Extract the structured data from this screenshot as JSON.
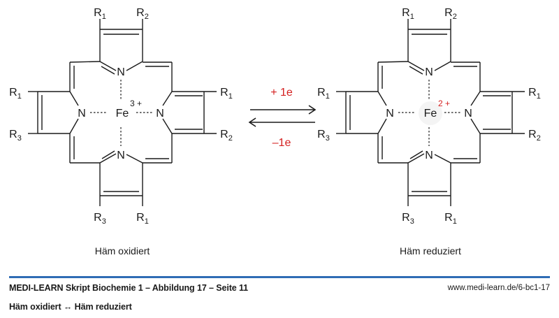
{
  "figure": {
    "title": "Häm oxidiert ↔ Häm reduziert",
    "molecules": [
      {
        "id": "oxidized",
        "caption": "Häm oxidiert",
        "metal": "Fe",
        "charge": "3 +",
        "charge_color": "#1a1a1a",
        "substituents": {
          "top_left": {
            "base": "R",
            "sub": "1"
          },
          "top_right": {
            "base": "R",
            "sub": "2"
          },
          "left_top": {
            "base": "R",
            "sub": "1"
          },
          "left_bottom": {
            "base": "R",
            "sub": "3"
          },
          "right_top": {
            "base": "R",
            "sub": "1"
          },
          "right_bottom": {
            "base": "R",
            "sub": "2"
          },
          "bottom_left": {
            "base": "R",
            "sub": "3"
          },
          "bottom_right": {
            "base": "R",
            "sub": "1"
          }
        },
        "nitrogen": "N"
      },
      {
        "id": "reduced",
        "caption": "Häm reduziert",
        "metal": "Fe",
        "charge": "2 +",
        "charge_color": "#d42020",
        "substituents": {
          "top_left": {
            "base": "R",
            "sub": "1"
          },
          "top_right": {
            "base": "R",
            "sub": "2"
          },
          "left_top": {
            "base": "R",
            "sub": "1"
          },
          "left_bottom": {
            "base": "R",
            "sub": "3"
          },
          "right_top": {
            "base": "R",
            "sub": "1"
          },
          "right_bottom": {
            "base": "R",
            "sub": "2"
          },
          "bottom_left": {
            "base": "R",
            "sub": "3"
          },
          "bottom_right": {
            "base": "R",
            "sub": "1"
          }
        },
        "nitrogen": "N"
      }
    ],
    "reaction": {
      "forward_label": "+ 1e",
      "reverse_label": "–1e",
      "label_color": "#d42020"
    }
  },
  "footer": {
    "line1": "MEDI-LEARN Skript Biochemie 1 – Abbildung 17 – Seite 11",
    "line2": "Häm oxidiert ↔ Häm reduziert",
    "url": "www.medi-learn.de/6-bc1-17",
    "rule_color": "#2f6db5"
  }
}
